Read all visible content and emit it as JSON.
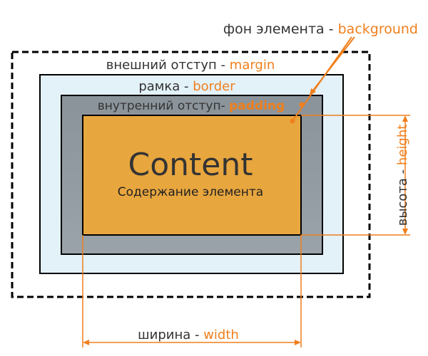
{
  "labels": {
    "background": {
      "ru": "фон элемента - ",
      "en": "background"
    },
    "margin": {
      "ru": "внешний отступ - ",
      "en": "margin"
    },
    "border": {
      "ru": "рамка - ",
      "en": "border"
    },
    "padding": {
      "ru": "внутренний отступ- ",
      "en": "padding"
    },
    "content_title": "Content",
    "content_subtitle": "Содержание элемента",
    "height": {
      "ru": "высота - ",
      "en": "height"
    },
    "width": {
      "ru": "ширина - ",
      "en": "width"
    }
  },
  "colors": {
    "accent": "#f07f1c",
    "text": "#333333",
    "margin_border": "#000000",
    "border_fill": "#e3f1f9",
    "padding_fill": "#959ea4",
    "content_fill": "#e8a63e"
  }
}
